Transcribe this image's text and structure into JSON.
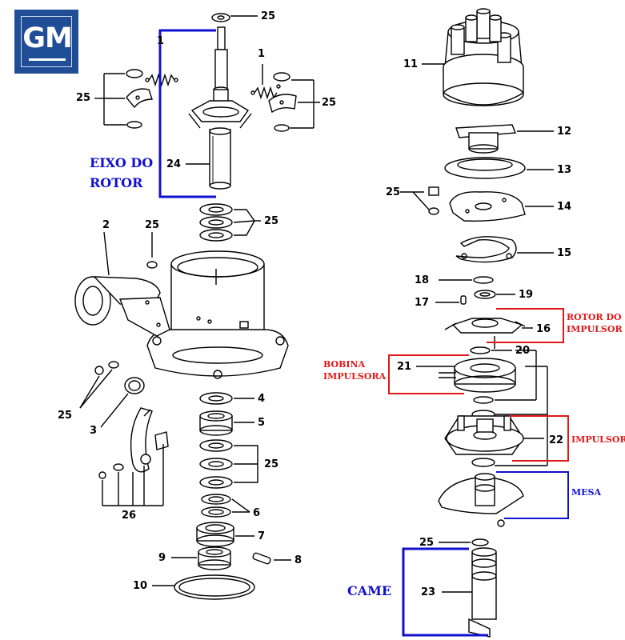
{
  "logo": {
    "text": "GM",
    "color": "#1f4e96"
  },
  "colors": {
    "blue": "#1010d0",
    "red": "#e01818"
  },
  "parts": {
    "p1a": "1",
    "p1b": "1",
    "p2": "2",
    "p3": "3",
    "p4": "4",
    "p5": "5",
    "p6": "6",
    "p7": "7",
    "p8": "8",
    "p9": "9",
    "p10": "10",
    "p11": "11",
    "p12": "12",
    "p13": "13",
    "p14": "14",
    "p15": "15",
    "p16": "16",
    "p17": "17",
    "p18": "18",
    "p19": "19",
    "p20": "20",
    "p21": "21",
    "p22": "22",
    "p23": "23",
    "p24": "24",
    "p25_top": "25",
    "p25_left_arms": "25",
    "p25_right_arms": "25",
    "p25_washers": "25",
    "p25_mid": "25",
    "p25_screw_left": "25",
    "p25_stack": "25",
    "p25_right_screw": "25",
    "p25_bottom": "25",
    "p26": "26"
  },
  "annotations": {
    "eixo_line1": "EIXO DO",
    "eixo_line2": "ROTOR",
    "rotor_impulsor_line1": "ROTOR DO",
    "rotor_impulsor_line2": "IMPULSOR",
    "bobina_line1": "BOBINA",
    "bobina_line2": "IMPULSORA",
    "impulsor": "IMPULSOR",
    "mesa": "MESA",
    "came": "CAME"
  }
}
